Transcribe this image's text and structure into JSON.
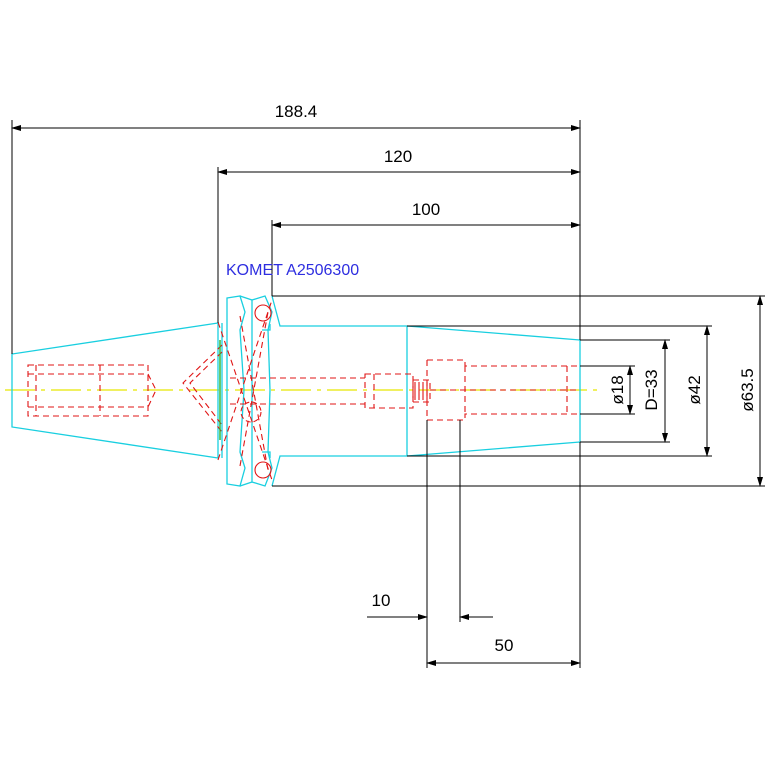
{
  "drawing": {
    "part_label": "KOMET A2506300",
    "colors": {
      "outline": "#19cfe0",
      "hidden": "#e01515",
      "centerline": "#e8e800",
      "dimension": "#000000",
      "label": "#2e2ee0"
    }
  },
  "dimensions": {
    "overall_length": "188.4",
    "length_120": "120",
    "length_100": "100",
    "diameter_18": "ø18",
    "diameter_d33": "D=33",
    "diameter_42": "ø42",
    "diameter_63_5": "ø63.5",
    "offset_10": "10",
    "depth_50": "50"
  }
}
